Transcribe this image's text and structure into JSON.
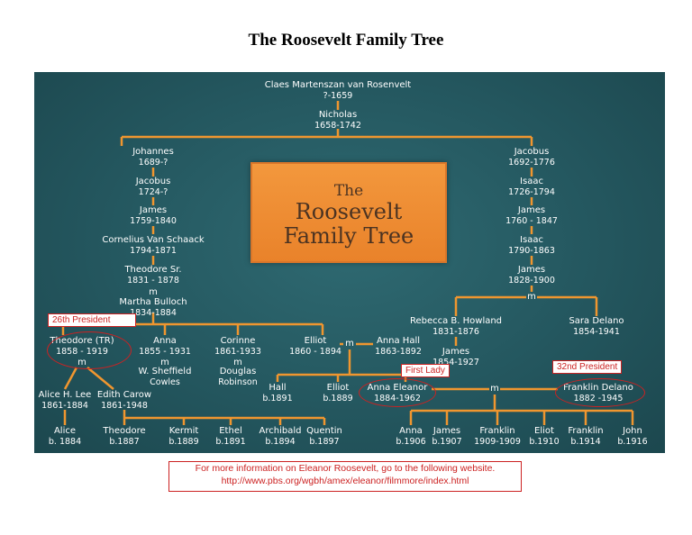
{
  "page": {
    "title": "The Roosevelt Family Tree"
  },
  "center_box": {
    "line1": "The",
    "line2": "Roosevelt",
    "line3": "Family Tree"
  },
  "marriage_symbol": "m",
  "nodes": {
    "claes": {
      "name": "Claes Martenszan van Rosenvelt",
      "dates": "?-1659"
    },
    "nicholas": {
      "name": "Nicholas",
      "dates": "1658-1742"
    },
    "johannes": {
      "name": "Johannes",
      "dates": "1689-?"
    },
    "jacobus_l": {
      "name": "Jacobus",
      "dates": "1724-?"
    },
    "james_l": {
      "name": "James",
      "dates": "1759-1840"
    },
    "cornelius": {
      "name": "Cornelius Van Schaack",
      "dates": "1794-1871"
    },
    "theodore_sr": {
      "name": "Theodore Sr.",
      "dates": "1831 - 1878"
    },
    "martha": {
      "name": "Martha Bulloch",
      "dates": "1834-1884"
    },
    "jacobus_r": {
      "name": "Jacobus",
      "dates": "1692-1776"
    },
    "isaac1": {
      "name": "Isaac",
      "dates": "1726-1794"
    },
    "james_r1": {
      "name": "James",
      "dates": "1760 - 1847"
    },
    "isaac2": {
      "name": "Isaac",
      "dates": "1790-1863"
    },
    "james_r2": {
      "name": "James",
      "dates": "1828-1900"
    },
    "rebecca": {
      "name": "Rebecca B. Howland",
      "dates": "1831-1876"
    },
    "sara": {
      "name": "Sara Delano",
      "dates": "1854-1941"
    },
    "james_r3": {
      "name": "James",
      "dates": "1854-1927"
    },
    "theodore": {
      "name": "Theodore (TR)",
      "dates": "1858 - 1919"
    },
    "anna": {
      "name": "Anna",
      "dates": "1855 - 1931"
    },
    "sheffield": {
      "name": "W. Sheffield",
      "name2": "Cowles"
    },
    "corinne": {
      "name": "Corinne",
      "dates": "1861-1933"
    },
    "douglas": {
      "name": "Douglas",
      "name2": "Robinson"
    },
    "elliot": {
      "name": "Elliot",
      "dates": "1860 - 1894"
    },
    "anna_hall": {
      "name": "Anna Hall",
      "dates": "1863-1892"
    },
    "alice_lee": {
      "name": "Alice H. Lee",
      "dates": "1861-1884"
    },
    "edith": {
      "name": "Edith Carow",
      "dates": "1861-1948"
    },
    "hall": {
      "name": "Hall",
      "dates": "b.1891"
    },
    "elliot2": {
      "name": "Elliot",
      "dates": "b.1889"
    },
    "eleanor": {
      "name": "Anna Eleanor",
      "dates": "1884-1962"
    },
    "franklin": {
      "name": "Franklin Delano",
      "dates": "1882 -1945"
    },
    "alice": {
      "name": "Alice",
      "dates": "b. 1884"
    },
    "theodore_jr": {
      "name": "Theodore",
      "dates": "b.1887"
    },
    "kermit": {
      "name": "Kermit",
      "dates": "b.1889"
    },
    "ethel": {
      "name": "Ethel",
      "dates": "b.1891"
    },
    "archibald": {
      "name": "Archibald",
      "dates": "b.1894"
    },
    "quentin": {
      "name": "Quentin",
      "dates": "b.1897"
    },
    "anna_c": {
      "name": "Anna",
      "dates": "b.1906"
    },
    "james_c": {
      "name": "James",
      "dates": "b.1907"
    },
    "franklin_c": {
      "name": "Franklin",
      "dates": "1909-1909"
    },
    "eliot_c": {
      "name": "Eliot",
      "dates": "b.1910"
    },
    "franklin_c2": {
      "name": "Franklin",
      "dates": "b.1914"
    },
    "john_c": {
      "name": "John",
      "dates": "b.1916"
    }
  },
  "labels": {
    "tr": "26th President",
    "eleanor": "First Lady",
    "fdr": "32nd President"
  },
  "info": {
    "line1": "For more information on Eleanor Roosevelt, go to the following website.",
    "line2": "http://www.pbs.org/wgbh/amex/eleanor/filmmore/index.html"
  },
  "colors": {
    "background": "#24575f",
    "line": "#f0962f",
    "box": "#ed8a30",
    "accent": "#cc2222"
  }
}
